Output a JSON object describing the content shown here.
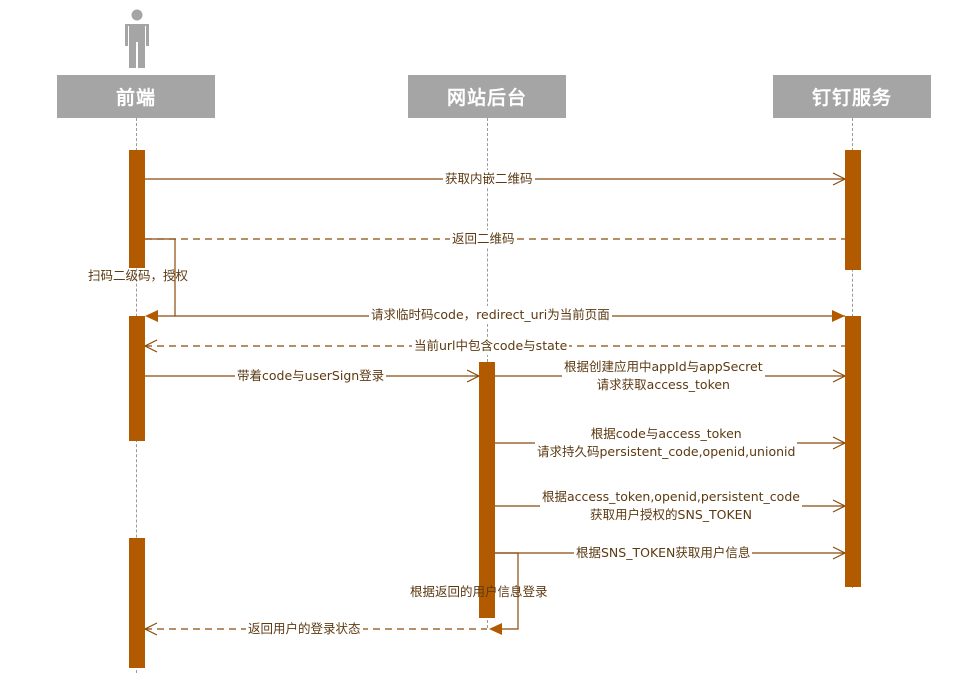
{
  "colors": {
    "actor_box": "#a5a5a5",
    "activation": "#b25a00",
    "message_line": "#8b4a0c",
    "label_text": "#5c3a12",
    "lifeline": "#9a9a9a"
  },
  "actors": [
    {
      "id": "frontend",
      "label": "前端",
      "icon": "person-icon"
    },
    {
      "id": "backend",
      "label": "网站后台"
    },
    {
      "id": "dingtalk",
      "label": "钉钉服务"
    }
  ],
  "messages": [
    {
      "from": "frontend",
      "to": "dingtalk",
      "type": "sync",
      "label": "获取内嵌二维码"
    },
    {
      "from": "dingtalk",
      "to": "frontend",
      "type": "return",
      "label": "返回二维码"
    },
    {
      "from": "frontend",
      "to": "frontend",
      "type": "self",
      "label": "扫码二级码，授权"
    },
    {
      "from": "frontend",
      "to": "dingtalk",
      "type": "async",
      "label": "请求临时码code，redirect_uri为当前页面"
    },
    {
      "from": "dingtalk",
      "to": "frontend",
      "type": "return",
      "label": "当前url中包含code与state"
    },
    {
      "from": "frontend",
      "to": "backend",
      "type": "sync",
      "label": "带着code与userSign登录"
    },
    {
      "from": "backend",
      "to": "dingtalk",
      "type": "sync",
      "label_line1": "根据创建应用中appId与appSecret",
      "label_line2": "请求获取access_token"
    },
    {
      "from": "backend",
      "to": "dingtalk",
      "type": "sync",
      "label_line1": "根据code与access_token",
      "label_line2": "请求持久码persistent_code,openid,unionid"
    },
    {
      "from": "backend",
      "to": "dingtalk",
      "type": "sync",
      "label_line1": "根据access_token,openid,persistent_code",
      "label_line2": "获取用户授权的SNS_TOKEN"
    },
    {
      "from": "backend",
      "to": "dingtalk",
      "type": "sync",
      "label": "根据SNS_TOKEN获取用户信息"
    },
    {
      "from": "backend",
      "to": "backend",
      "type": "self",
      "label": "根据返回的用户信息登录"
    },
    {
      "from": "backend",
      "to": "frontend",
      "type": "return",
      "label": "返回用户的登录状态"
    }
  ]
}
